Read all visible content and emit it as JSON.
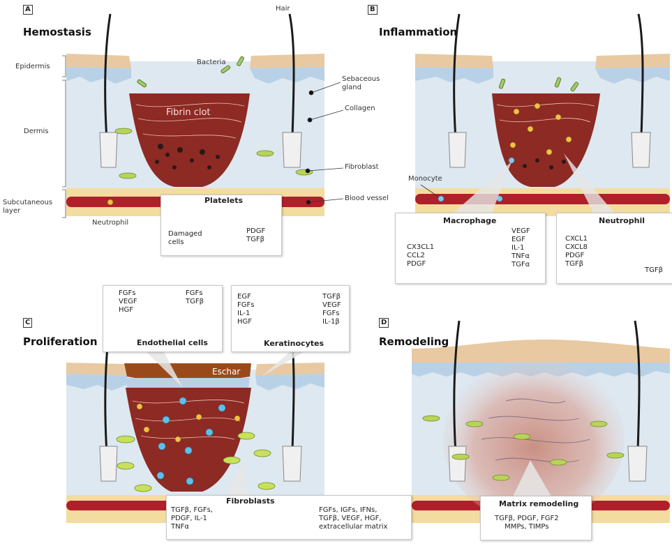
{
  "panels": {
    "a": {
      "id": "A",
      "title": "Hemostasis"
    },
    "b": {
      "id": "B",
      "title": "Inflammation"
    },
    "c": {
      "id": "C",
      "title": "Proliferation"
    },
    "d": {
      "id": "D",
      "title": "Remodeling"
    }
  },
  "labels": {
    "hair": "Hair",
    "bacteria": "Bacteria",
    "sebaceous_gland": "Sebaceous\ngland",
    "collagen": "Collagen",
    "fibroblast": "Fibroblast",
    "blood_vessel": "Blood vessel",
    "epidermis": "Epidermis",
    "dermis": "Dermis",
    "subcutaneous_layer": "Subcutaneous\nlayer",
    "neutrophil": "Neutrophil",
    "fibrin_clot": "Fibrin clot",
    "monocyte": "Monocyte",
    "eschar": "Eschar"
  },
  "boxes": {
    "platelets": {
      "title": "Platelets",
      "left": "Damaged\ncells",
      "right": "PDGF\nTGFβ"
    },
    "macrophage": {
      "title": "Macrophage",
      "left": "CX3CL1\nCCL2\nPDGF",
      "right": "VEGF\nEGF\nIL-1\nTNFα\nTGFα"
    },
    "neutrophil": {
      "title": "Neutrophil",
      "left": "CXCL1\nCXCL8\nPDGF\nTGFβ",
      "right": "TGFβ"
    },
    "endothelial": {
      "title": "Endothelial cells",
      "left": "FGFs\nVEGF\nHGF",
      "right": "FGFs\nTGFβ"
    },
    "keratinocytes": {
      "title": "Keratinocytes",
      "left": "EGF\nFGFs\nIL-1\nHGF",
      "right": "TGFβ\nVEGF\nFGFs\nIL-1β"
    },
    "fibroblasts": {
      "title": "Fibroblasts",
      "left": "TGFβ, FGFs,\nPDGF, IL-1\nTNFα",
      "right": "FGFs, IGFs, IFNs,\nTGFβ, VEGF, HGF,\nextracellular matrix"
    },
    "matrix": {
      "title": "Matrix remodeling",
      "body": "TGFβ, PDGF, FGF2\nMMPs, TIMPs"
    }
  },
  "colors": {
    "epidermis_tan": "#e8c9a1",
    "dermis_blue": "#dde8f1",
    "clot_red": "#8d2a23",
    "vessel_red": "#b0202a",
    "fat_yellow": "#f3dca0",
    "fibroblast_green": "#b9d35a",
    "eschar_brown": "#9a4a1a"
  }
}
